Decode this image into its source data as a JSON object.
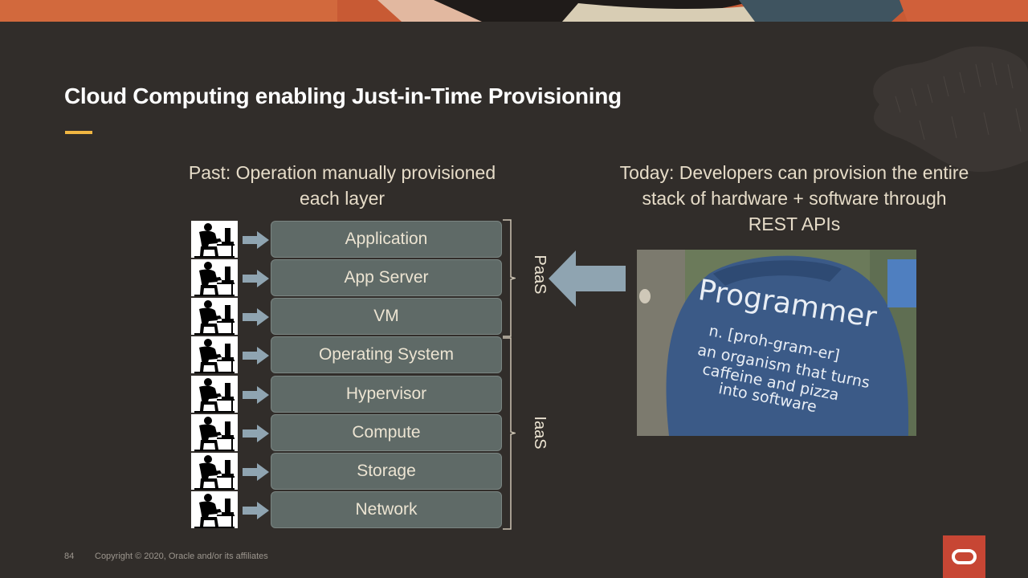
{
  "slide": {
    "title": "Cloud Computing enabling Just-in-Time Provisioning",
    "page_number": "84",
    "copyright": "Copyright © 2020, Oracle and/or its affiliates"
  },
  "past": {
    "caption_line1": "Past: Operation manually provisioned",
    "caption_line2": "each layer"
  },
  "today": {
    "caption_line1": "Today: Developers can provision the entire",
    "caption_line2": "stack of hardware + software through",
    "caption_line3": "REST APIs"
  },
  "stack": {
    "layers": [
      "Application",
      "App Server",
      "VM",
      "Operating System",
      "Hypervisor",
      "Compute",
      "Storage",
      "Network"
    ],
    "groups": [
      {
        "label": "PaaS"
      },
      {
        "label": "IaaS"
      }
    ]
  },
  "photo": {
    "shirt_title": "Programmer",
    "shirt_lines": [
      "n. [proh-gram-er]",
      "an organism that turns",
      "caffeine and pizza",
      "into software"
    ]
  },
  "icons": {
    "operator": "person-at-computer-icon",
    "row_arrow": "arrow-right-icon",
    "big_arrow": "arrow-left-icon",
    "logo": "oracle-logo-icon"
  },
  "colors": {
    "background": "#312d2a",
    "layer_fill": "#5f6a67",
    "arrow": "#8fa4b1",
    "accent": "#f0b642",
    "brand": "#c74634"
  }
}
